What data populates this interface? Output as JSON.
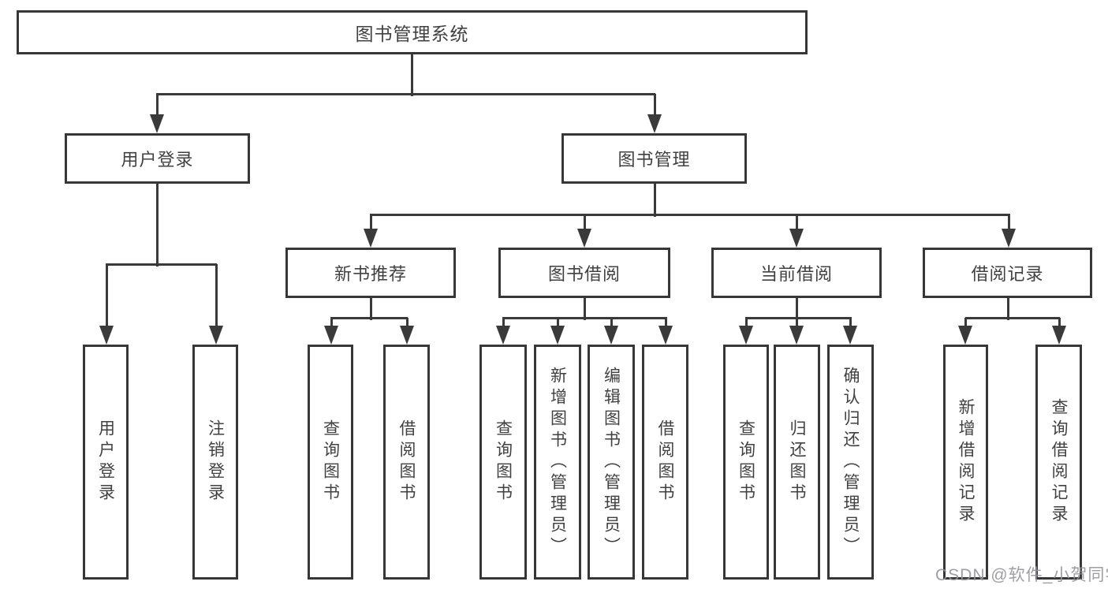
{
  "diagram_title": "图书管理系统",
  "tree": {
    "root": {
      "label": "图书管理系统",
      "children": [
        {
          "label": "用户登录",
          "children": [
            {
              "label": "用户登录"
            },
            {
              "label": "注销登录"
            }
          ]
        },
        {
          "label": "图书管理",
          "children": [
            {
              "label": "新书推荐",
              "children": [
                {
                  "label": "查询图书"
                },
                {
                  "label": "借阅图书"
                }
              ]
            },
            {
              "label": "图书借阅",
              "children": [
                {
                  "label": "查询图书"
                },
                {
                  "label": "新增图书（管理员）"
                },
                {
                  "label": "编辑图书（管理员）"
                },
                {
                  "label": "借阅图书"
                }
              ]
            },
            {
              "label": "当前借阅",
              "children": [
                {
                  "label": "查询图书"
                },
                {
                  "label": "归还图书"
                },
                {
                  "label": "确认归还（管理员）"
                }
              ]
            },
            {
              "label": "借阅记录",
              "children": [
                {
                  "label": "新增借阅记录"
                },
                {
                  "label": "查询借阅记录"
                }
              ]
            }
          ]
        }
      ]
    }
  },
  "watermark": {
    "text": "CSDN @软件_小贺同学"
  },
  "colors": {
    "line": "#3a3a3a",
    "border": "#373737",
    "text": "#414141",
    "watermark": "#949499",
    "background": "#ffffff"
  }
}
